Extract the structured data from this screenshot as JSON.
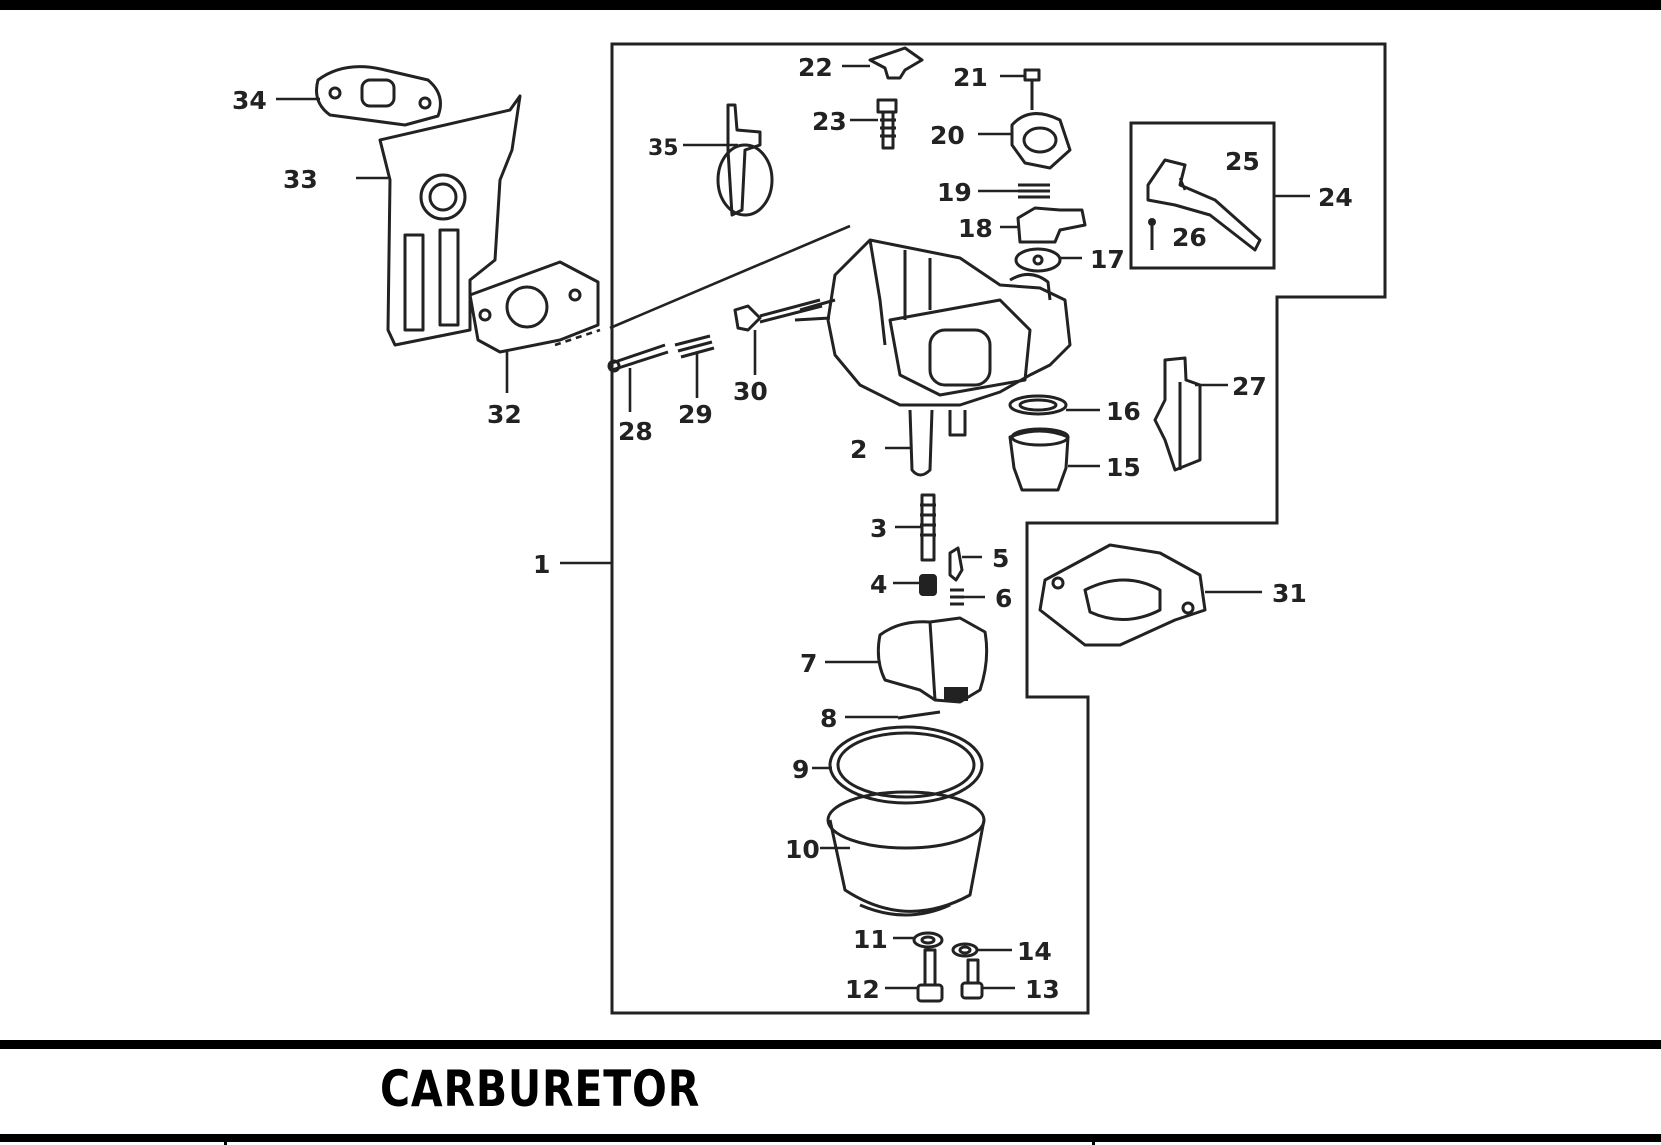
{
  "title": "CARBURETOR",
  "callouts": [
    "1",
    "2",
    "3",
    "4",
    "5",
    "6",
    "7",
    "8",
    "9",
    "10",
    "11",
    "12",
    "13",
    "14",
    "15",
    "16",
    "17",
    "18",
    "19",
    "20",
    "21",
    "22",
    "23",
    "24",
    "25",
    "26",
    "27",
    "28",
    "29",
    "30",
    "31",
    "32",
    "33",
    "34",
    "35"
  ]
}
